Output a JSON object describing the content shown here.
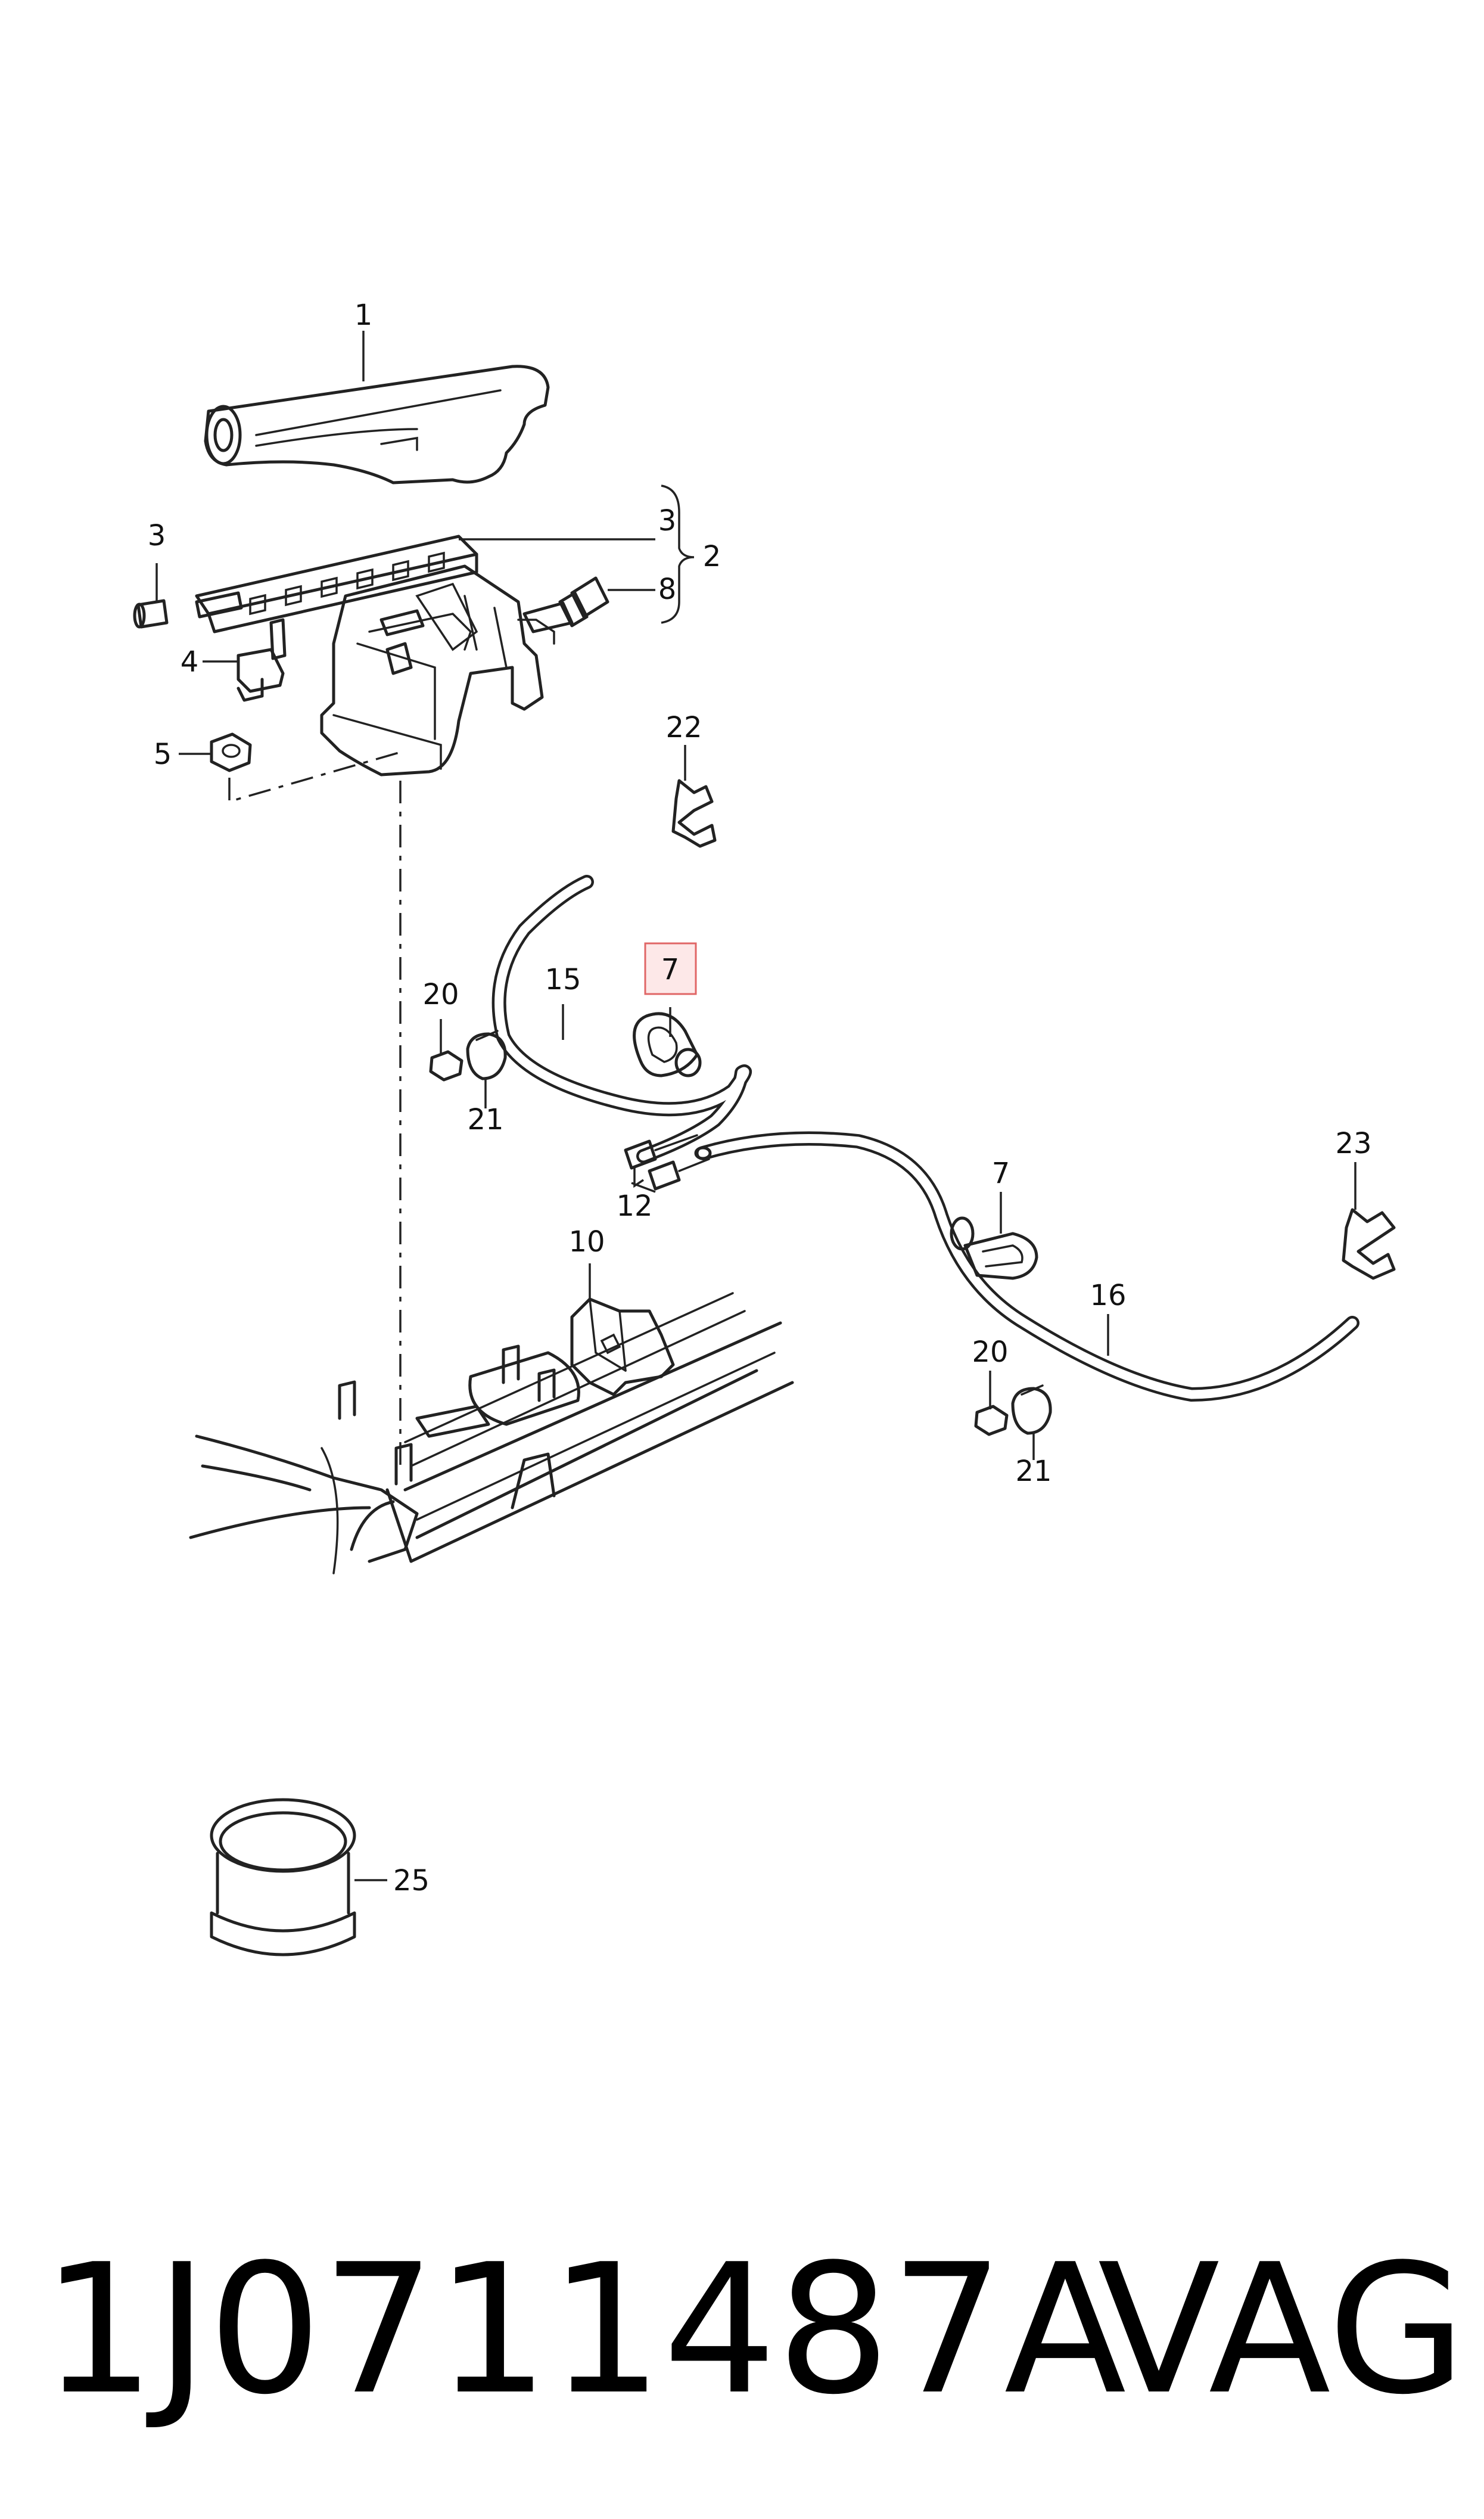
{
  "diagram": {
    "callouts": [
      {
        "id": "c1",
        "text": "1"
      },
      {
        "id": "c3a",
        "text": "3"
      },
      {
        "id": "c3b",
        "text": "3"
      },
      {
        "id": "c2",
        "text": "2"
      },
      {
        "id": "c8",
        "text": "8"
      },
      {
        "id": "c4",
        "text": "4"
      },
      {
        "id": "c5",
        "text": "5"
      },
      {
        "id": "c22",
        "text": "22"
      },
      {
        "id": "c7a",
        "text": "7"
      },
      {
        "id": "c15",
        "text": "15"
      },
      {
        "id": "c20a",
        "text": "20"
      },
      {
        "id": "c21a",
        "text": "21"
      },
      {
        "id": "c12",
        "text": "12"
      },
      {
        "id": "c23",
        "text": "23"
      },
      {
        "id": "c7b",
        "text": "7"
      },
      {
        "id": "c10",
        "text": "10"
      },
      {
        "id": "c16",
        "text": "16"
      },
      {
        "id": "c20b",
        "text": "20"
      },
      {
        "id": "c21b",
        "text": "21"
      },
      {
        "id": "c25",
        "text": "25"
      }
    ],
    "highlight_color": "#e06666",
    "highlight_fill": "#fde8e8"
  },
  "footer": {
    "part_number": "1J0711487A",
    "brand": "VAG"
  }
}
